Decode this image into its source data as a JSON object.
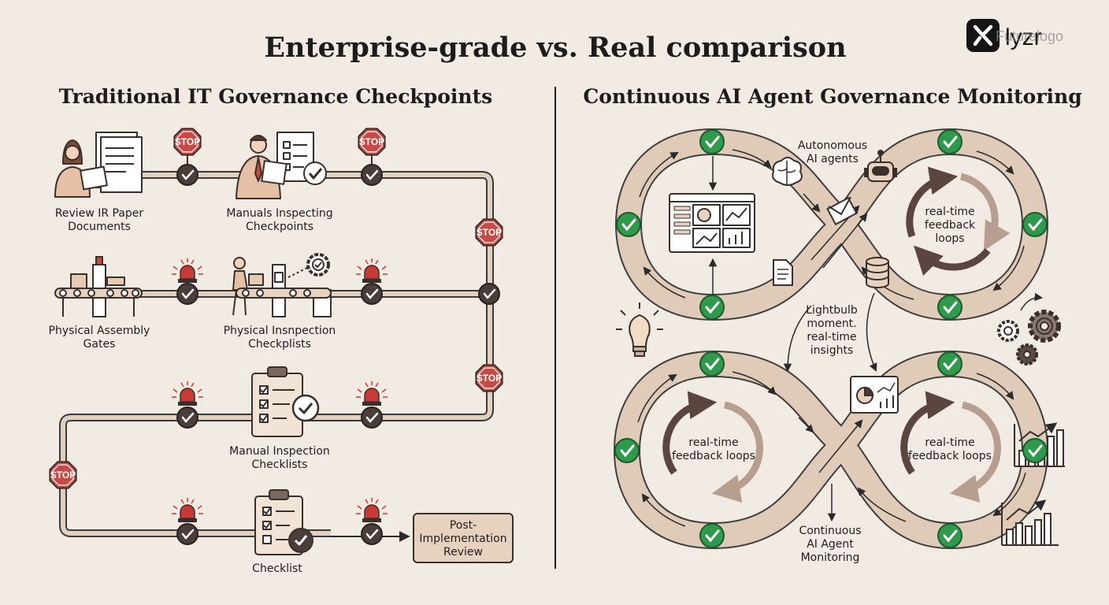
{
  "title": "Enterprise-grade vs. Real comparison",
  "logo": {
    "text": "lyzr",
    "overlay": "Futurelogo"
  },
  "colors": {
    "track": "#dfcbb7",
    "track_edge": "#3a3a3a",
    "stop": "#c94a45",
    "check_dark": "#4a3d3a",
    "check_green": "#2f9a4b",
    "alarm": "#c83a35",
    "review_box": "#e6d2bf"
  },
  "left": {
    "title": "Traditional IT Governance Checkpoints",
    "stop_text": "STOP",
    "labels": {
      "review_paper": [
        "Review IR Paper",
        "Documents"
      ],
      "manuals_inspecting": [
        "Manuals Inspecting",
        "Checkpoints"
      ],
      "physical_assembly": [
        "Physical Assembly",
        "Gates"
      ],
      "physical_inspection": [
        "Physical Insnpection",
        "Checkplists"
      ],
      "manual_inspection": [
        "Manual Inspection",
        "Checklists"
      ],
      "checklist": "Checklist",
      "post_review": [
        "Post-",
        "Implementation",
        "Review"
      ]
    }
  },
  "right": {
    "title": "Continuous AI Agent Governance Monitoring",
    "labels": {
      "autonomous": [
        "Autonomous",
        "AI agents"
      ],
      "loops_top": [
        "real-time",
        "feedback",
        "loops"
      ],
      "lightbulb": [
        "Lightbulb",
        "moment.",
        "real-time",
        "insights"
      ],
      "loops_bottom_left": [
        "real-time",
        "feedback loops"
      ],
      "loops_bottom_right": [
        "real-time",
        "feedback loops"
      ],
      "monitoring": [
        "Continuous",
        "AI Agent",
        "Monitoring"
      ]
    }
  }
}
